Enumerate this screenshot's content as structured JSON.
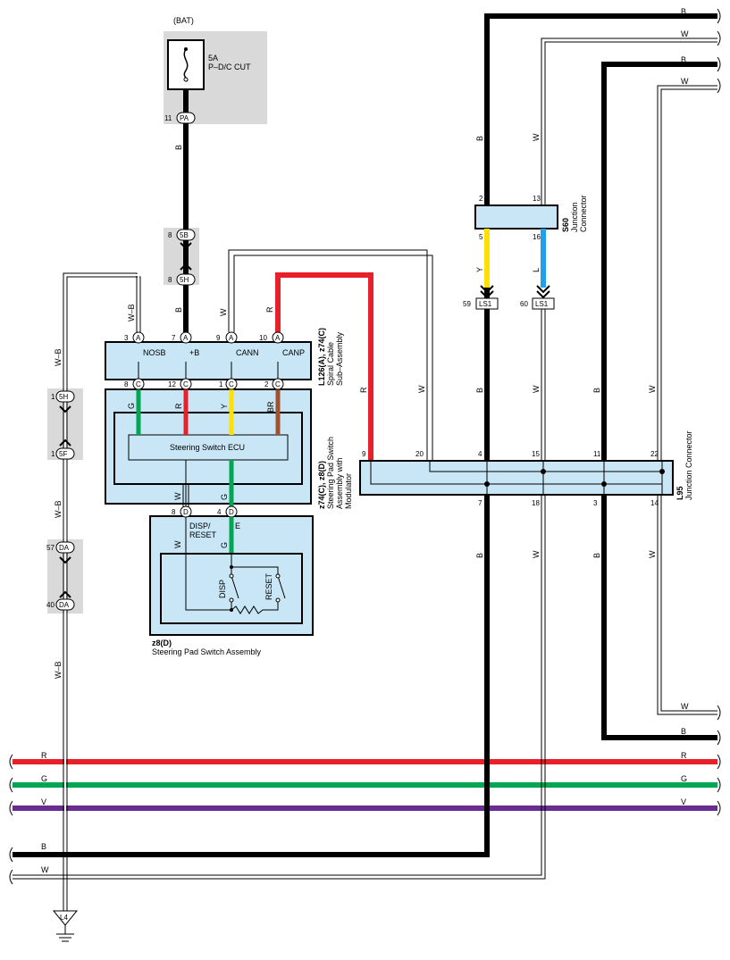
{
  "colors": {
    "black": "#000000",
    "red": "#e8202a",
    "green": "#00a651",
    "yellow": "#ffe000",
    "brown": "#a0522d",
    "blue": "#1ea0ea",
    "violet": "#6a2c91",
    "box_fill": "#c8e6f5",
    "shade": "#d9d9d9"
  },
  "power": {
    "bat": "(BAT)",
    "fuse_amp": "5A",
    "fuse_name": "P–D/C CUT",
    "pa_pin": "11",
    "pa_conn": "PA"
  },
  "connectors": {
    "c5b_pin": "8",
    "c5b": "5B",
    "c5h_pin": "8",
    "c5h": "5H",
    "l5h_pin": "1",
    "l5h": "5H",
    "l5f_pin": "1",
    "l5f": "5F",
    "da1_pin": "57",
    "da1": "DA",
    "da2_pin": "40",
    "da2": "DA",
    "ls1a_pin": "59",
    "ls1a": "LS1",
    "ls1b_pin": "60",
    "ls1b": "LS1",
    "ground": "L4"
  },
  "spiral": {
    "code": "L126(A), z74(C)",
    "name1": "Spiral Cable",
    "name2": "Sub–Assembly",
    "pins_top": [
      {
        "pin": "3",
        "conn": "A",
        "label": "NOSB",
        "wire": "W–B"
      },
      {
        "pin": "7",
        "conn": "A",
        "label": "+B",
        "wire": "B"
      },
      {
        "pin": "9",
        "conn": "A",
        "label": "CANN",
        "wire": "W"
      },
      {
        "pin": "10",
        "conn": "A",
        "label": "CANP",
        "wire": "R"
      }
    ],
    "pins_bottom": [
      {
        "pin": "8",
        "conn": "C",
        "wire": "G"
      },
      {
        "pin": "12",
        "conn": "C",
        "wire": "R"
      },
      {
        "pin": "1",
        "conn": "C",
        "wire": "Y"
      },
      {
        "pin": "2",
        "conn": "C",
        "wire": "BR"
      }
    ]
  },
  "ecu": {
    "label": "Steering Switch ECU",
    "code": "z74(C), z8(D)",
    "name1": "Steering Pad Switch",
    "name2": "Assembly with",
    "name3": "Modulator",
    "wire_left": "W",
    "wire_right": "G"
  },
  "pad": {
    "pin_left": "8",
    "conn_left": "D",
    "pin_right": "4",
    "conn_right": "D",
    "label_left1": "DISP/",
    "label_left2": "RESET",
    "label_right": "E",
    "wire_left": "W",
    "wire_right": "G",
    "sw1": "DISP",
    "sw2": "RESET",
    "code": "z8(D)",
    "name": "Steering Pad Switch Assembly"
  },
  "s60": {
    "code": "S60",
    "name1": "Junction",
    "name2": "Connector",
    "pin_tl": "2",
    "pin_tr": "13",
    "pin_bl": "5",
    "pin_br": "16",
    "wire_in_l": "B",
    "wire_in_r": "W",
    "wire_out_l": "Y",
    "wire_out_r": "L"
  },
  "l95": {
    "code": "L95",
    "name": "Junction Connector",
    "top_pins": [
      "9",
      "20",
      "4",
      "15",
      "11",
      "22"
    ],
    "bottom_pins": [
      "7",
      "18",
      "3",
      "14"
    ],
    "wire_r": "R",
    "wire_w1": "W",
    "wire_b1": "B",
    "wire_w2": "W",
    "wire_w3": "W",
    "wire_b_below1": "B",
    "wire_w_below1": "W",
    "wire_b_below2": "B",
    "wire_w_below2": "W"
  },
  "wire_labels": {
    "wb1": "W–B",
    "wb2": "W–B",
    "wb3": "W–B",
    "b_fuse": "B",
    "b_spiral": "B",
    "top_b1": "B",
    "top_w1": "W",
    "top_b2": "B",
    "top_w2": "W",
    "right_w_bot": "W",
    "right_b_bot": "B",
    "bus_r_left": "R",
    "bus_r_right": "R",
    "bus_g_left": "G",
    "bus_g_right": "G",
    "bus_v_left": "V",
    "bus_v_right": "V",
    "bot_b": "B",
    "bot_w": "W"
  }
}
